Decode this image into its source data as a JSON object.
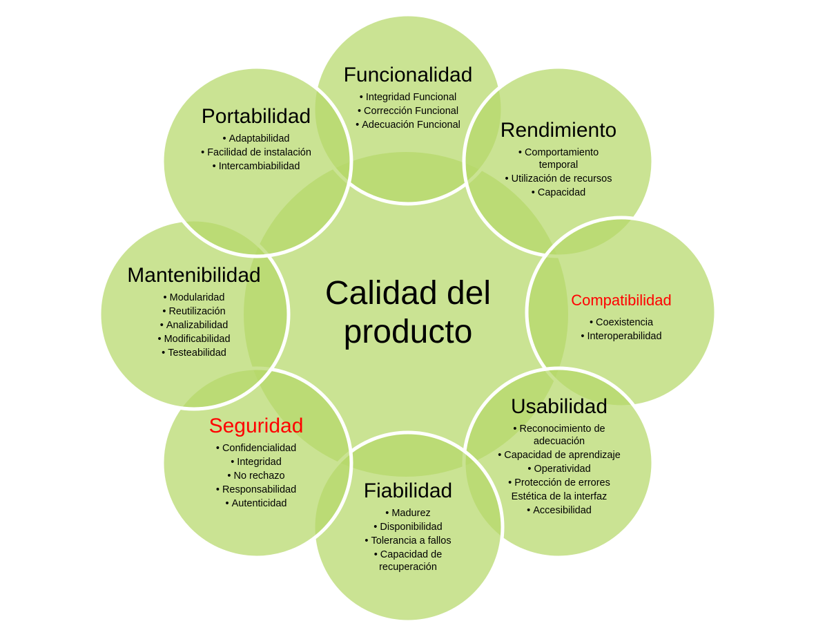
{
  "center": {
    "line1": "Calidad del",
    "line2": "producto"
  },
  "colors": {
    "fill": "#b5d86a",
    "overlap": "#a8d050",
    "ring": "#ffffff",
    "accent_red": "#ff0000"
  },
  "nodes": [
    {
      "id": "funcionalidad",
      "title": "Funcionalidad",
      "title_color": "#000000",
      "items": [
        {
          "text": "Integridad Funcional",
          "bullet": true
        },
        {
          "text": "Corrección Funcional",
          "bullet": true
        },
        {
          "text": "Adecuación Funcional",
          "bullet": true
        }
      ]
    },
    {
      "id": "rendimiento",
      "title": "Rendimiento",
      "title_color": "#000000",
      "items": [
        {
          "text": "Comportamiento temporal",
          "bullet": true
        },
        {
          "text": "Utilización de recursos",
          "bullet": true
        },
        {
          "text": "Capacidad",
          "bullet": true
        }
      ]
    },
    {
      "id": "compatibilidad",
      "title": "Compatibilidad",
      "title_color": "#ff0000",
      "items": [
        {
          "text": "Coexistencia",
          "bullet": true
        },
        {
          "text": "Interoperabilidad",
          "bullet": true
        }
      ]
    },
    {
      "id": "usabilidad",
      "title": "Usabilidad",
      "title_color": "#000000",
      "items": [
        {
          "text": "Reconocimiento de adecuación",
          "bullet": true
        },
        {
          "text": "Capacidad de aprendizaje",
          "bullet": true
        },
        {
          "text": "Operatividad",
          "bullet": true
        },
        {
          "text": "Protección de errores",
          "bullet": true
        },
        {
          "text": "Estética de la interfaz",
          "bullet": false
        },
        {
          "text": "Accesibilidad",
          "bullet": true
        }
      ]
    },
    {
      "id": "fiabilidad",
      "title": "Fiabilidad",
      "title_color": "#000000",
      "items": [
        {
          "text": "Madurez",
          "bullet": true
        },
        {
          "text": "Disponibilidad",
          "bullet": true
        },
        {
          "text": "Tolerancia a fallos",
          "bullet": true
        },
        {
          "text": "Capacidad de recuperación",
          "bullet": true
        }
      ]
    },
    {
      "id": "seguridad",
      "title": "Seguridad",
      "title_color": "#ff0000",
      "items": [
        {
          "text": "Confidencialidad",
          "bullet": true
        },
        {
          "text": "Integridad",
          "bullet": true
        },
        {
          "text": "No rechazo",
          "bullet": true
        },
        {
          "text": "Responsabilidad",
          "bullet": true
        },
        {
          "text": "Autenticidad",
          "bullet": true
        }
      ]
    },
    {
      "id": "mantenibilidad",
      "title": "Mantenibilidad",
      "title_color": "#000000",
      "items": [
        {
          "text": "Modularidad",
          "bullet": true
        },
        {
          "text": "Reutilización",
          "bullet": true
        },
        {
          "text": "Analizabilidad",
          "bullet": true
        },
        {
          "text": "Modificabilidad",
          "bullet": true
        },
        {
          "text": "Testeabilidad",
          "bullet": true
        }
      ]
    },
    {
      "id": "portabilidad",
      "title": "Portabilidad",
      "title_color": "#000000",
      "items": [
        {
          "text": "Adaptabilidad",
          "bullet": true
        },
        {
          "text": "Facilidad de instalación",
          "bullet": true
        },
        {
          "text": "Intercambiabilidad",
          "bullet": true
        }
      ]
    }
  ]
}
